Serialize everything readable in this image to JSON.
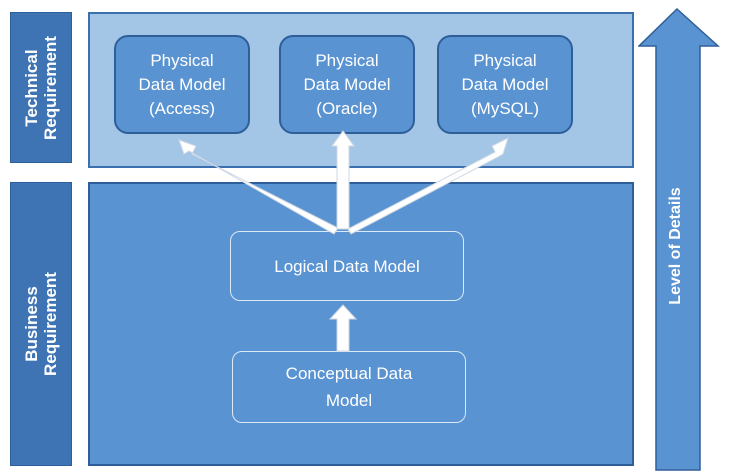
{
  "diagram": {
    "technical_label": "Technical\nRequirement",
    "business_label": "Business\nRequirement",
    "physical_models": [
      {
        "text": "Physical\nData Model\n(Access)"
      },
      {
        "text": "Physical\nData Model\n(Oracle)"
      },
      {
        "text": "Physical\nData Model\n(MySQL)"
      }
    ],
    "logical_model": "Logical Data Model",
    "conceptual_model": "Conceptual Data\nModel",
    "detail_axis_label": "Level of Details"
  },
  "colors": {
    "label_fill": "#3f74b4",
    "top_panel_fill": "#a3c5e6",
    "bottom_panel_fill": "#5a93d2",
    "arrow_fill": "#ffffff",
    "detail_arrow_fill": "#5a93d2"
  }
}
